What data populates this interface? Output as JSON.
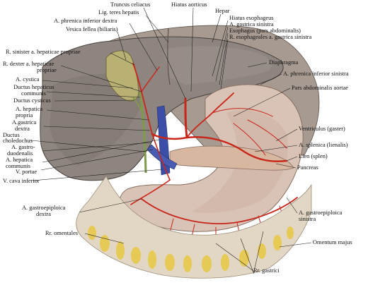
{
  "labels": {
    "truncus_celiacus": "Truncus celiacus",
    "hiatus_aorticus": "Hiatus aorticus",
    "hepar": "Hepar",
    "lig_teres_hepatis": "Lig. teres hepatis",
    "a_phrenica_inf_dextra": "A. phrenica inferior dextra",
    "vesica_fellea": "Vesica fellea (biliaris)",
    "hiatus_esophageus": "Hiatus esophageus",
    "a_gastrica_sinistra": "A. gastrica sinistra",
    "esophagus": "Esophagus (pars abdominalis)",
    "rr_esophageales": "R. esophageales a. gastrica sinistra",
    "r_sinister": "R. sinister a. hepaticae propriae",
    "r_dexter_1": "R. dexter a. hepaticae",
    "r_dexter_2": "propriae",
    "a_cystica": "A. cystica",
    "ductus_hepaticus_1": "Ductus hepaticus",
    "ductus_hepaticus_2": "communis",
    "ductus_cysticus": "Ductus cysticus",
    "a_hepatica_propria_1": "A. hepatica",
    "a_hepatica_propria_2": "propria",
    "a_gastrica_dextra_1": "A.gastrica",
    "a_gastrica_dextra_2": "dextra",
    "ductus_choledochus_1": "Ductus",
    "ductus_choledochus_2": "choledochus",
    "a_gastroduodenalis_1": "A. gastro-",
    "a_gastroduodenalis_2": "duodenalis",
    "a_hepatica_communis_1": "A. hepatica",
    "a_hepatica_communis_2": "communis",
    "v_portae": "V. portae",
    "v_cava_inferior": "V. cava inferior",
    "diaphragma": "Diaphragma",
    "a_phrenica_inf_sinistra": "A. phrenica inferior sinistra",
    "pars_abdominalis_aortae": "Pars abdominalis aortae",
    "ventriculus": "Ventriculus (gaster)",
    "a_splenica": "A. splenica (lienalis)",
    "lien": "Lien (splen)",
    "pancreas": "Pancreas",
    "a_gastroepiploica_dextra_1": "A. gastroepiploica",
    "a_gastroepiploica_dextra_2": "dextra",
    "rr_omentales": "Rr. omentales",
    "a_gastroepiploica_sinistra_1": "A. gastroepiploica",
    "a_gastroepiploica_sinistra_2": "sinistra",
    "omentum_majus": "Omentum majus",
    "rr_gastrici": "Rr. gastrici"
  },
  "colors": {
    "liver": "#8f8580",
    "liver_dark": "#6e6560",
    "diaphragm": "#a79a90",
    "stomach": "#d9c3b6",
    "artery": "#c8261a",
    "vein": "#3c4fa8",
    "gallbladder": "#b9b074",
    "duct": "#7e9a4a",
    "omentum": "#e2d7c4",
    "fat": "#e8c84a",
    "leader": "#1a1a1a"
  }
}
